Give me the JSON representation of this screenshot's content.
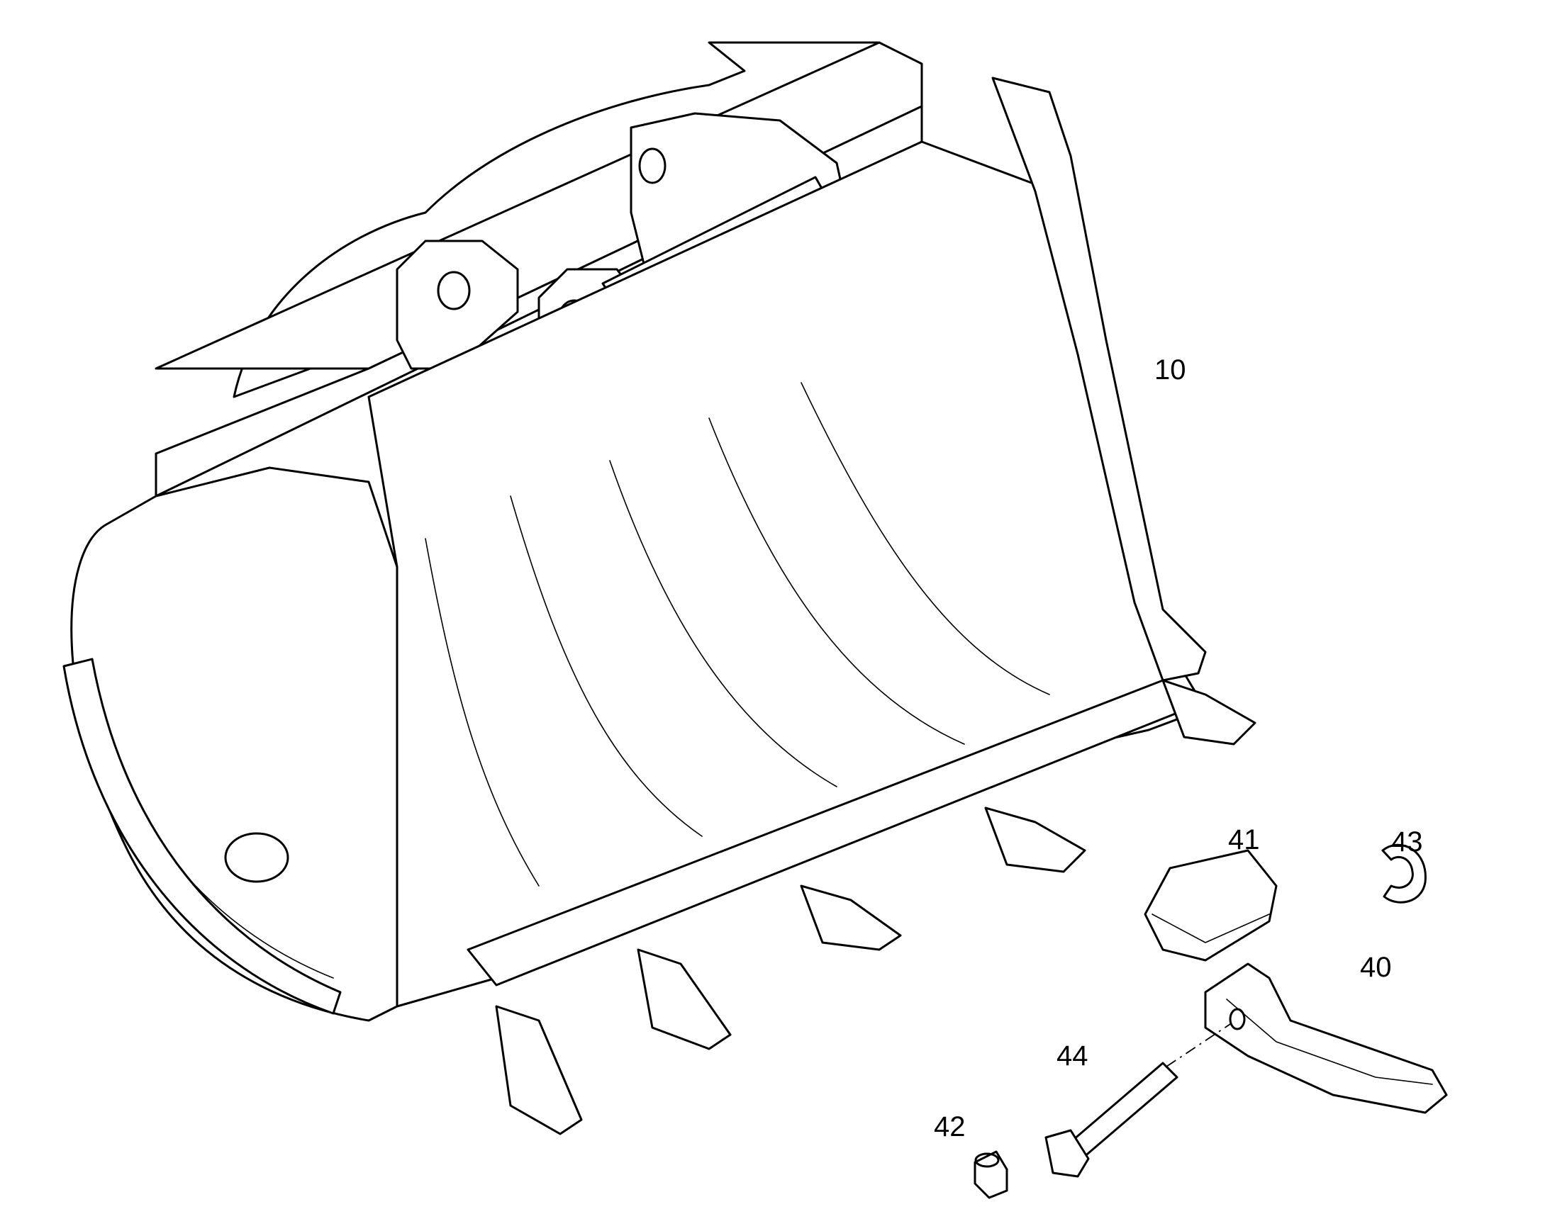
{
  "callouts": {
    "bucket": "10",
    "tooth": "40",
    "adapter": "41",
    "retainer": "42",
    "lock": "43",
    "pin": "44"
  }
}
